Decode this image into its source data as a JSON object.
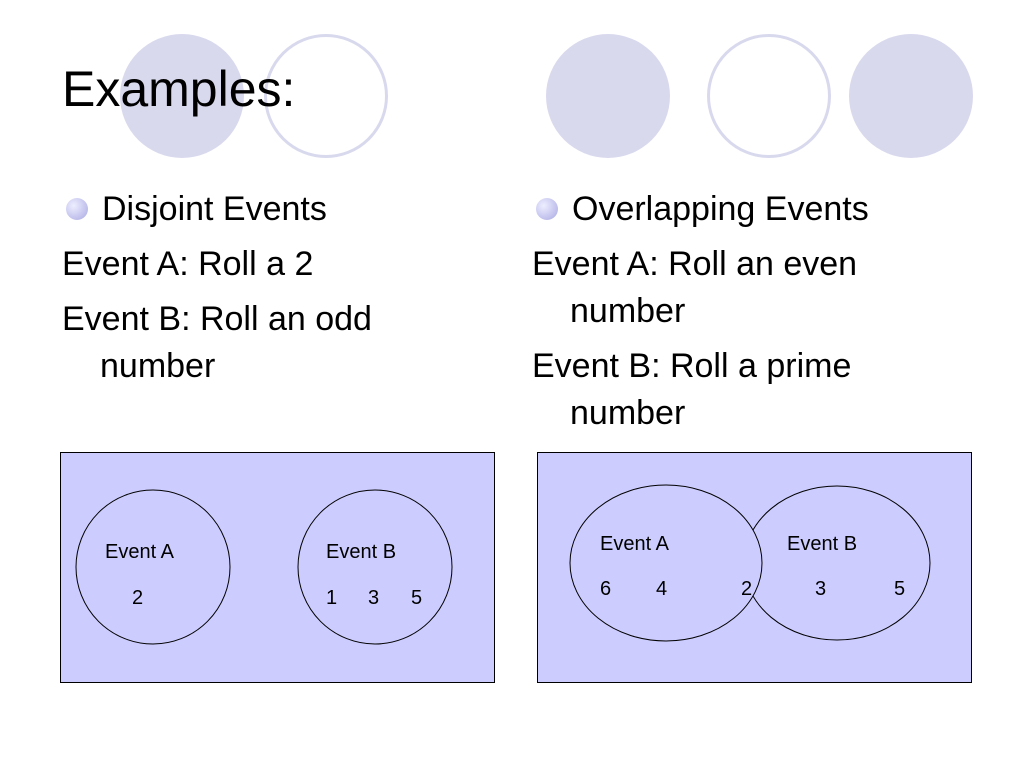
{
  "slide": {
    "title": "Examples:",
    "colors": {
      "decor": "#d9d9ee",
      "bullet": "#c8c8f0",
      "diagram_bg": "#ccccff",
      "stroke": "#000000"
    },
    "left": {
      "bullet": "Disjoint Events",
      "event_a": "Event A: Roll a 2",
      "event_b": "Event B: Roll an odd number"
    },
    "right": {
      "bullet": "Overlapping Events",
      "event_a": "Event A: Roll an even number",
      "event_b": "Event B: Roll a prime number"
    },
    "diagram_left": {
      "label_a": "Event A",
      "label_b": "Event B",
      "a_values": [
        "2"
      ],
      "b_values": [
        "1",
        "3",
        "5"
      ]
    },
    "diagram_right": {
      "label_a": "Event A",
      "label_b": "Event B",
      "a_only": [
        "6",
        "4"
      ],
      "both": [
        "2"
      ],
      "b_only": [
        "3",
        "5"
      ]
    }
  }
}
